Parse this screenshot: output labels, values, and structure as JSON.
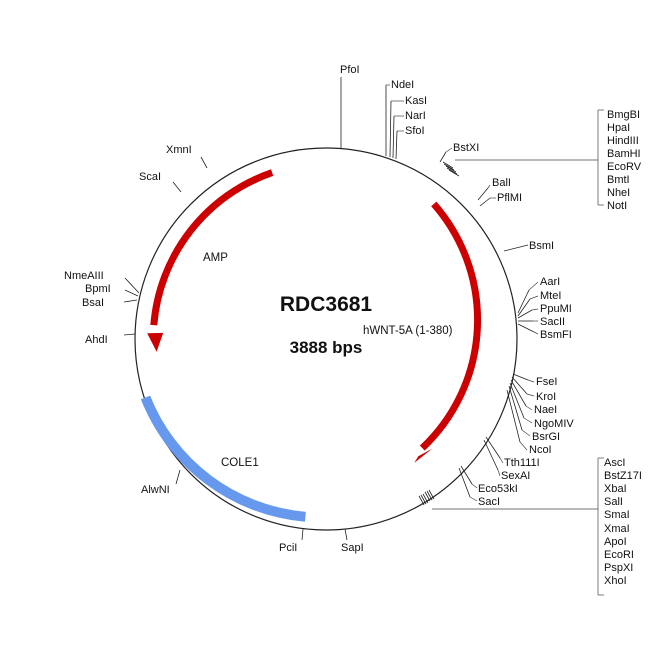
{
  "plasmid": {
    "name": "RDC3681",
    "size_label": "3888 bps",
    "colors": {
      "backbone": "#222222",
      "arrow": "#cc0000",
      "ori": "#6699ee"
    }
  },
  "features": {
    "amp": {
      "label": "AMP",
      "color": "#cc0000"
    },
    "insert": {
      "label": "hWNT-5A (1-380)",
      "color": "#cc0000"
    },
    "ori": {
      "label": "COLE1",
      "color": "#6699ee"
    }
  },
  "sites": {
    "pfoi": "PfoI",
    "ndei": "NdeI",
    "kasi": "KasI",
    "nari": "NarI",
    "sfoi": "SfoI",
    "bstxi": "BstXI",
    "bali": "BalI",
    "pflmi": "PflMI",
    "bsmi": "BsmI",
    "aari": "AarI",
    "mtei": "MteI",
    "ppumi": "PpuMI",
    "sacii": "SacII",
    "bsmfi": "BsmFI",
    "fsei": "FseI",
    "kroi": "KroI",
    "naei": "NaeI",
    "ngomiv": "NgoMIV",
    "bsrgi": "BsrGI",
    "ncoi": "NcoI",
    "tth111i": "Tth111I",
    "sexai": "SexAI",
    "eco53ki": "Eco53kI",
    "saci": "SacI",
    "sapi": "SapI",
    "pcii": "PciI",
    "alwni": "AlwNI",
    "ahdi": "AhdI",
    "bsai": "BsaI",
    "bpmi": "BpmI",
    "nmeaiii": "NmeAIII",
    "scai": "ScaI",
    "xmni": "XmnI"
  },
  "mcs1": [
    "BmgBI",
    "HpaI",
    "HindIII",
    "BamHI",
    "EcoRV",
    "BmtI",
    "NheI",
    "NotI"
  ],
  "mcs2": [
    "AscI",
    "BstZ17I",
    "XbaI",
    "SalI",
    "SmaI",
    "XmaI",
    "ApoI",
    "EcoRI",
    "PspXI",
    "XhoI"
  ]
}
